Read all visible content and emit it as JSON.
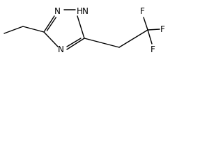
{
  "molecule": {
    "atoms": {
      "n2": "N",
      "n1h": "H",
      "n1": "N",
      "n4": "N",
      "f_top": "F",
      "f_mid": "F",
      "f_bot": "F"
    }
  }
}
